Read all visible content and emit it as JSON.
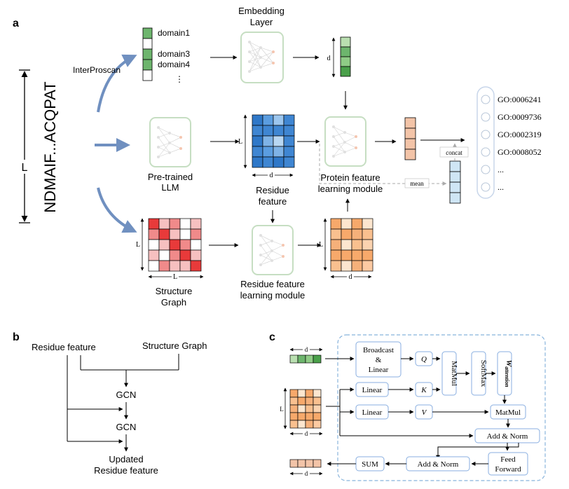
{
  "panel_a": {
    "label": "a",
    "sequence": "NDMAIF...ACQPAT",
    "length_symbol": "L",
    "interproscan": "InterProscan",
    "domains": [
      "domain1",
      "domain3",
      "domain4",
      "⋮"
    ],
    "embedding_layer": [
      "Embedding",
      "Layer"
    ],
    "pretrained_llm": [
      "Pre-trained",
      "LLM"
    ],
    "residue_feature": [
      "Residue",
      "feature"
    ],
    "protein_module": [
      "Protein feature",
      "learning module"
    ],
    "residue_module": [
      "Residue feature",
      "learning module"
    ],
    "structure_graph": [
      "Structure",
      "Graph"
    ],
    "dim_symbol": "d",
    "mean": "mean",
    "concat": "concat",
    "go_terms": [
      "GO:0006241",
      "GO:0009736",
      "GO:0002319",
      "GO:0008052",
      "...",
      "..."
    ]
  },
  "panel_b": {
    "label": "b",
    "residue_feature": "Residue feature",
    "structure_graph": "Structure Graph",
    "gcn1": "GCN",
    "gcn2": "GCN",
    "updated": [
      "Updated",
      "Residue feature"
    ]
  },
  "panel_c": {
    "label": "c",
    "broadcast": [
      "Broadcast",
      "&",
      "Linear"
    ],
    "linear1": "Linear",
    "linear2": "Linear",
    "q": "Q",
    "k": "K",
    "v": "V",
    "matmul_v": "MatMul",
    "softmax": "SoftMax",
    "w_main": "W",
    "w_sub": "attention",
    "matmul": "MatMul",
    "addnorm1": "Add & Norm",
    "feedforward": [
      "Feed",
      "Forward"
    ],
    "addnorm2": "Add & Norm",
    "sum": "SUM",
    "dim_symbol": "d",
    "length_symbol": "L"
  }
}
